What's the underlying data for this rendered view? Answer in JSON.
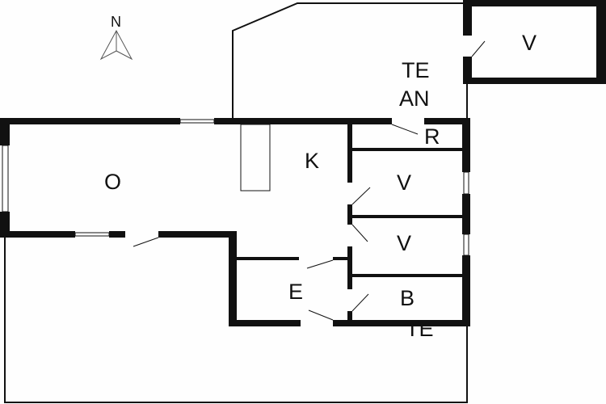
{
  "compass": {
    "label": "N"
  },
  "rooms": {
    "annex_storage": "V",
    "terrace_top_line1": "TE",
    "terrace_top_line2": "AN",
    "utility": "R",
    "kitchen": "K",
    "living": "O",
    "bedroom_1": "V",
    "bedroom_2": "V",
    "entrance": "E",
    "bathroom": "B",
    "terrace_bottom": "TE"
  },
  "colors": {
    "wall": "#111111",
    "background": "#fefefe"
  }
}
